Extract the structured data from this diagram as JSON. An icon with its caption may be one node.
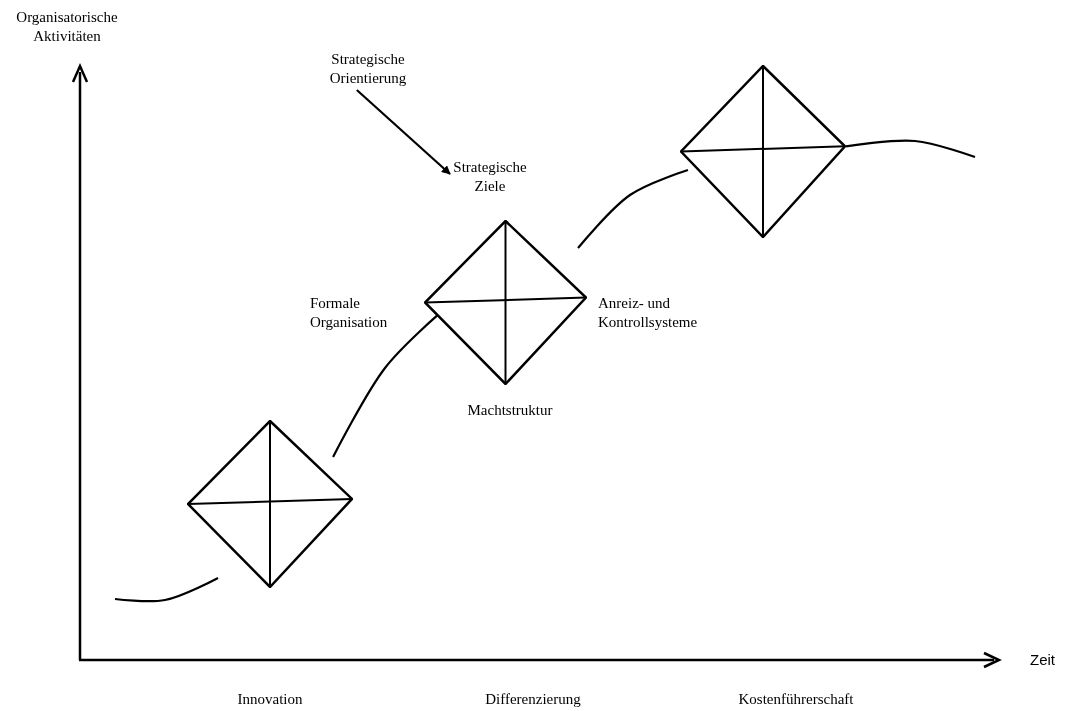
{
  "diagram": {
    "nodes": [
      {
        "text": [
          "Strategische Orientierung"
        ]
      },
      {
        "text": [
          "Strategische Ziele"
        ]
      },
      {
        "text": [],
        "shape": "diamond"
      },
      {
        "text": [],
        "shape": "diamond",
        "beside": [
          "Formale Organisation",
          "Anreiz- und Kontrollsysteme",
          "Machtstruktur"
        ]
      },
      {
        "text": [],
        "shape": "diamond"
      }
    ],
    "edges": [
      {
        "from": 0,
        "to": 1,
        "arrow": "to"
      },
      {
        "from": null,
        "to": 2,
        "arrow": "none"
      },
      {
        "from": 2,
        "to": 3,
        "arrow": "none"
      },
      {
        "from": 3,
        "to": 4,
        "arrow": "none"
      },
      {
        "from": 4,
        "to": null,
        "arrow": "none"
      }
    ],
    "labels": [
      "Organisatorische Aktivitäten",
      "Zeit",
      "Innovation",
      "Differenzierung",
      "Kostenführerschaft"
    ]
  }
}
